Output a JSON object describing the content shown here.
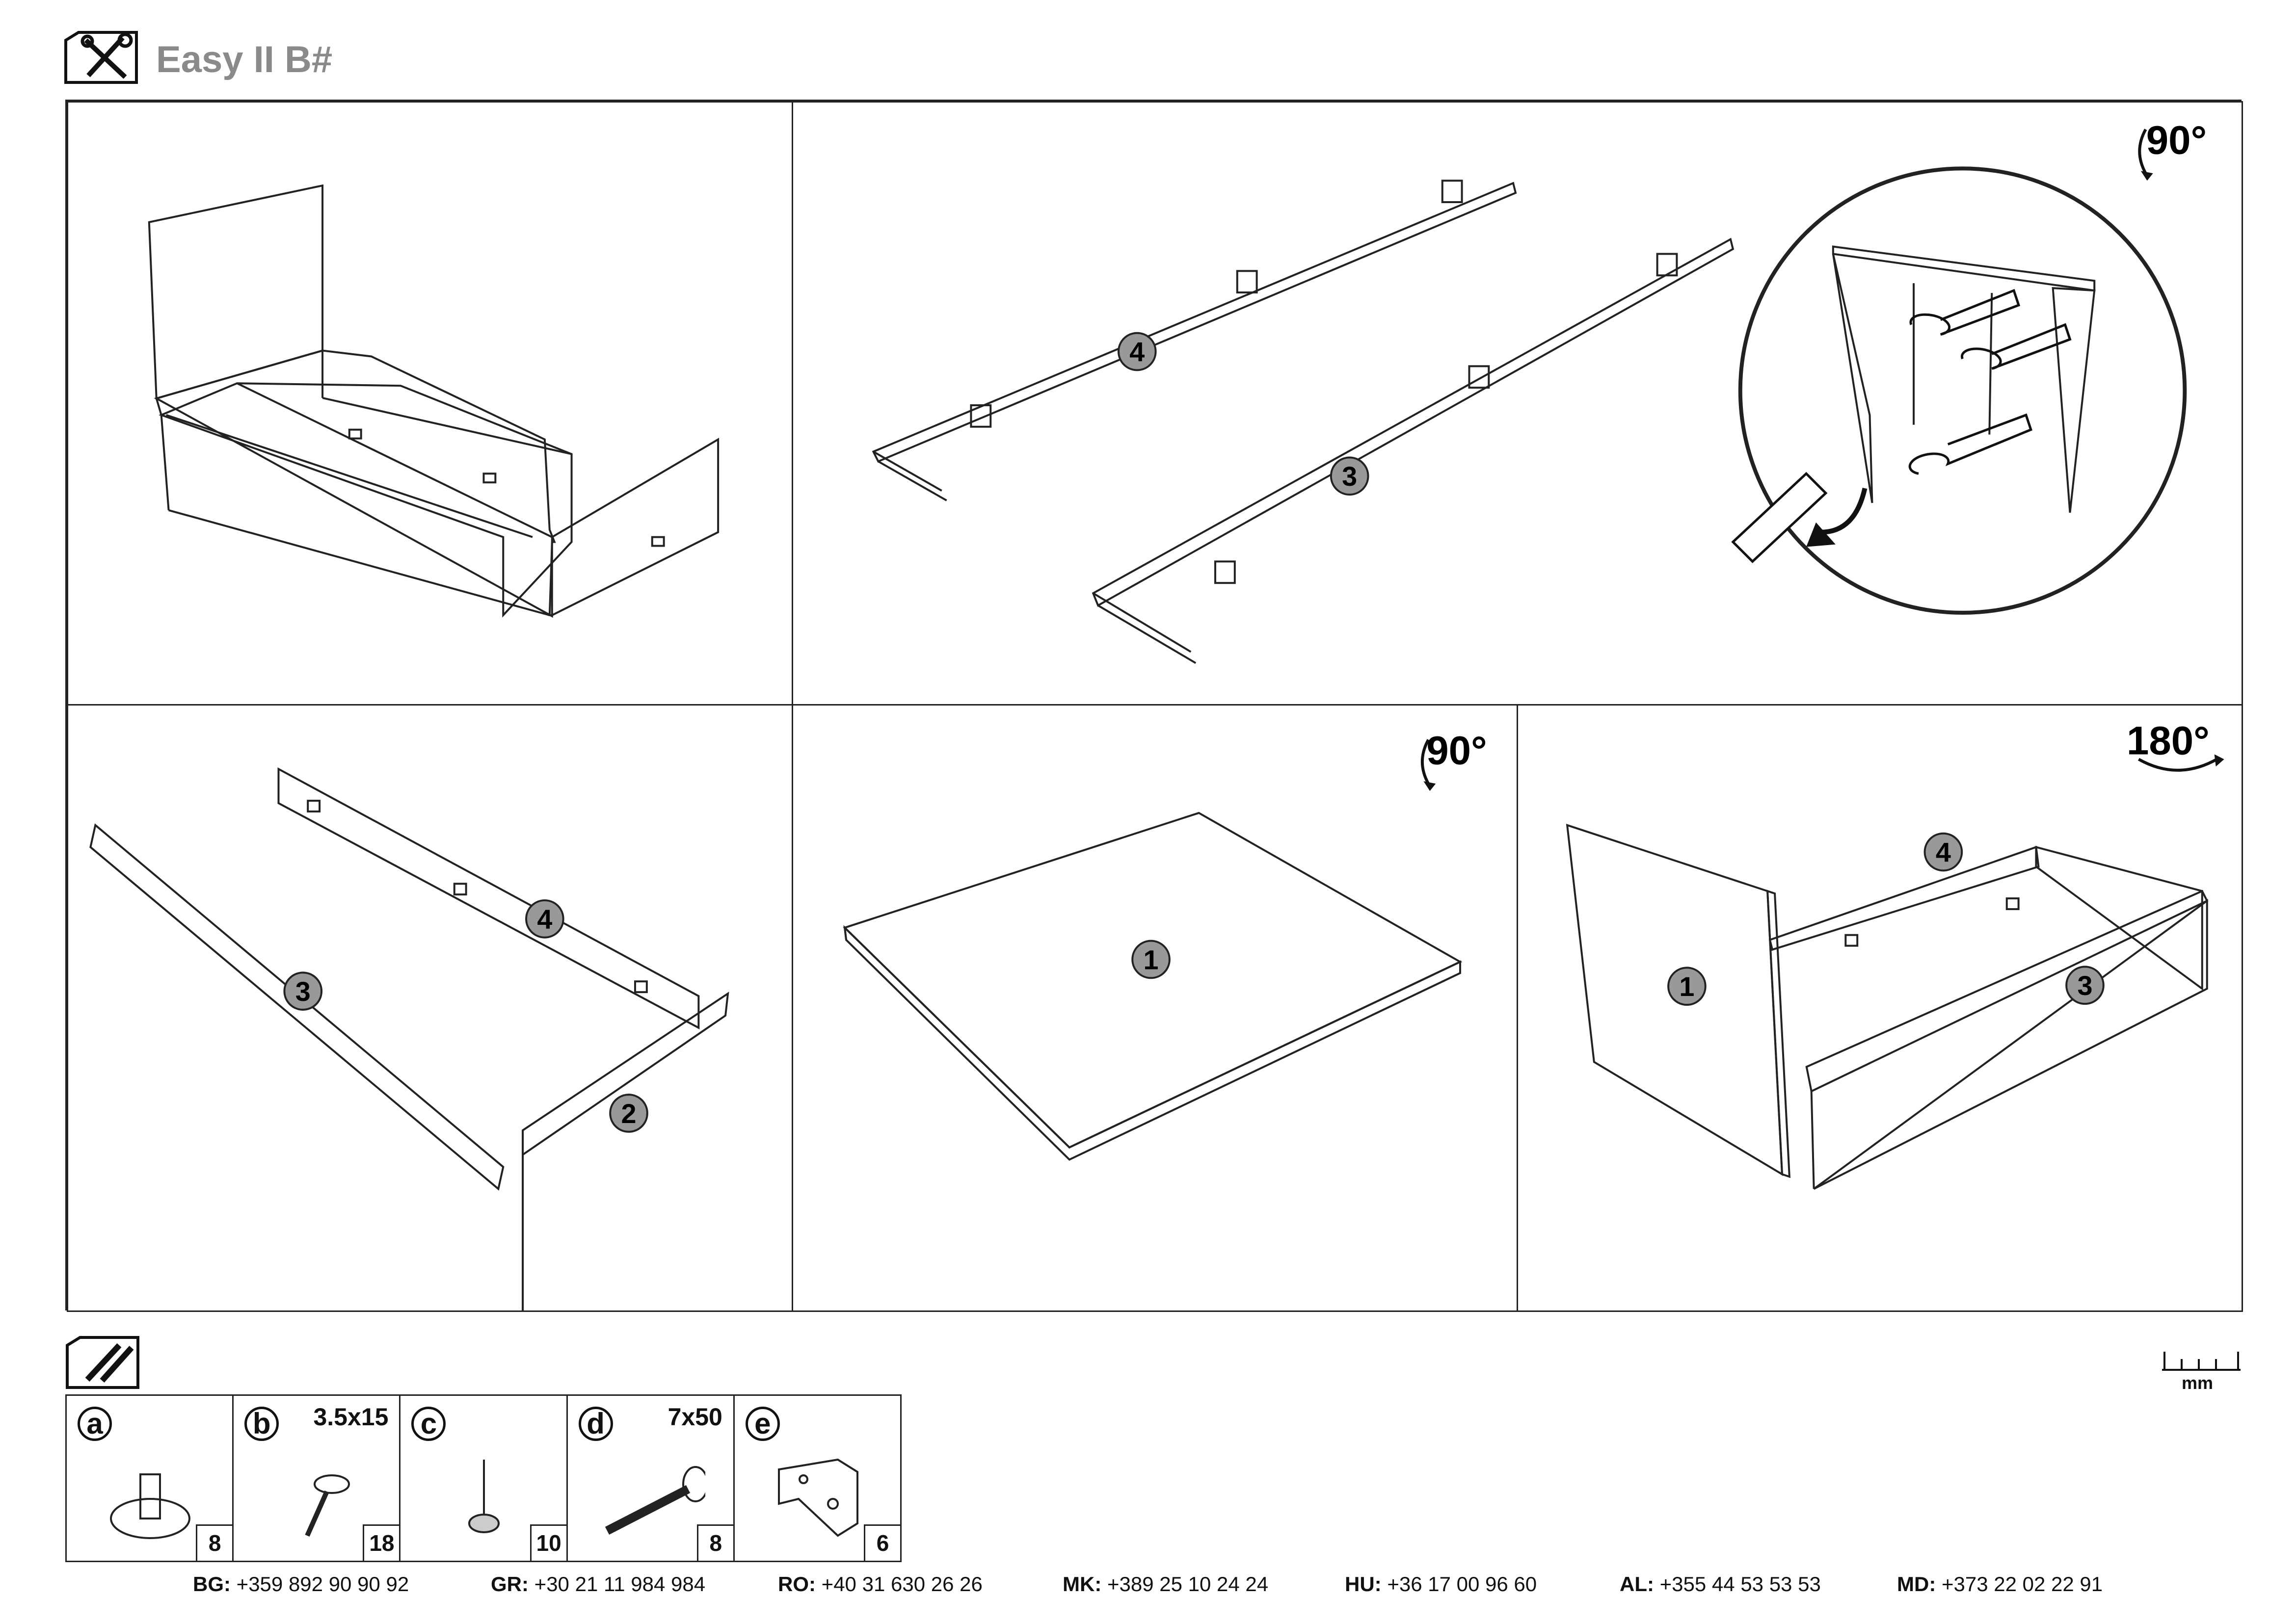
{
  "header": {
    "title": "Easy II B#",
    "icon": "tools-icon"
  },
  "panels": {
    "p2": {
      "rotation": "90°"
    },
    "p5": {
      "rotation": "90°"
    },
    "p6": {
      "rotation": "180°"
    }
  },
  "part_labels": {
    "part1": "1",
    "part2": "2",
    "part3": "3",
    "part4": "4",
    "b": "b",
    "c": "c",
    "d": "d",
    "e": "e"
  },
  "hardware": {
    "icon": "hardware-icon",
    "unit": "mm",
    "items": [
      {
        "letter": "a",
        "size": "",
        "qty": "8"
      },
      {
        "letter": "b",
        "size": "3.5x15",
        "qty": "18"
      },
      {
        "letter": "c",
        "size": "",
        "qty": "10"
      },
      {
        "letter": "d",
        "size": "7x50",
        "qty": "8"
      },
      {
        "letter": "e",
        "size": "",
        "qty": "6"
      }
    ]
  },
  "phones": [
    {
      "code": "BG:",
      "number": "+359 892 90 90 92"
    },
    {
      "code": "GR:",
      "number": "+30 21 11 984 984"
    },
    {
      "code": "RO:",
      "number": "+40 31 630 26 26"
    },
    {
      "code": "MK:",
      "number": "+389 25 10 24 24"
    },
    {
      "code": "HU:",
      "number": "+36 17 00 96 60"
    },
    {
      "code": "AL:",
      "number": "+355 44 53 53 53"
    },
    {
      "code": "MD:",
      "number": "+373 22 02 22 91"
    }
  ]
}
